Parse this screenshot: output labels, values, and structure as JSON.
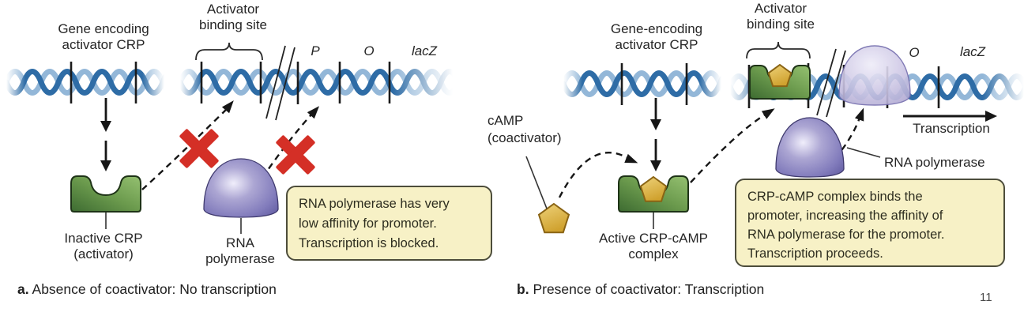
{
  "page": {
    "number": "11"
  },
  "colors": {
    "dna_dark": "#2e6ca6",
    "dna_light": "#93b7d8",
    "crp_green_dark": "#3f6f33",
    "crp_green_light": "#8cba68",
    "polymerase_purple": "#7d77bb",
    "polymerase_highlight": "#d9d6ee",
    "camp_gold": "#d2a433",
    "note_bg": "#f7f1c6",
    "note_border": "#4d4d3b",
    "red_x": "#d42f26"
  },
  "panel_a": {
    "gene_label_line1": "Gene encoding",
    "gene_label_line2": "activator CRP",
    "site_label_line1": "Activator",
    "site_label_line2": "binding site",
    "dna": {
      "p": "P",
      "o": "O",
      "lacz": "lacZ"
    },
    "inactive_crp_line1": "Inactive CRP",
    "inactive_crp_line2": "(activator)",
    "rna_pol_line1": "RNA",
    "rna_pol_line2": "polymerase",
    "note_line1": "RNA polymerase has very",
    "note_line2": "low affinity for promoter.",
    "note_line3": "Transcription is blocked.",
    "caption_prefix": "a.",
    "caption": "Absence of coactivator: No transcription"
  },
  "panel_b": {
    "gene_label_line1": "Gene-encoding",
    "gene_label_line2": "activator CRP",
    "site_label_line1": "Activator",
    "site_label_line2": "binding site",
    "camp_line1": "cAMP",
    "camp_line2": "(coactivator)",
    "active_complex_line1": "Active CRP-cAMP",
    "active_complex_line2": "complex",
    "dna": {
      "o": "O",
      "lacz": "lacZ"
    },
    "transcription_label": "Transcription",
    "rna_pol_label": "RNA polymerase",
    "note_line1": "CRP-cAMP complex binds the",
    "note_line2": "promoter, increasing the affinity of",
    "note_line3": "RNA polymerase for the promoter.",
    "note_line4": "Transcription proceeds.",
    "caption_prefix": "b.",
    "caption": "Presence of coactivator: Transcription"
  }
}
